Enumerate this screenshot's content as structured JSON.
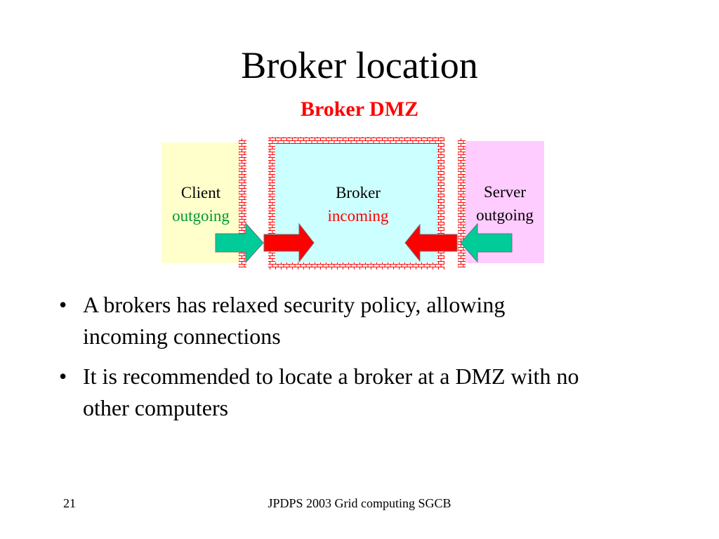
{
  "title": "Broker location",
  "subtitle": "Broker DMZ",
  "colors": {
    "subtitle": "#ff0000",
    "client_zone": "#ffffcc",
    "broker_zone": "#ccffff",
    "server_zone": "#ffccff",
    "firewall": "#ff0000",
    "outgoing": "#009933",
    "incoming": "#ff0000",
    "arrow_outgoing": "#00cc99",
    "arrow_incoming": "#ff0000"
  },
  "diagram": {
    "client": {
      "name": "Client",
      "direction": "outgoing"
    },
    "broker": {
      "name": "Broker",
      "direction": "incoming"
    },
    "server": {
      "name": "Server",
      "direction": "outgoing"
    }
  },
  "bullets": [
    "A brokers has relaxed security policy, allowing incoming connections",
    "It is recommended to locate a broker at a DMZ with no other computers"
  ],
  "footer": {
    "page": "21",
    "text": "JPDPS 2003 Grid computing SGCB"
  }
}
